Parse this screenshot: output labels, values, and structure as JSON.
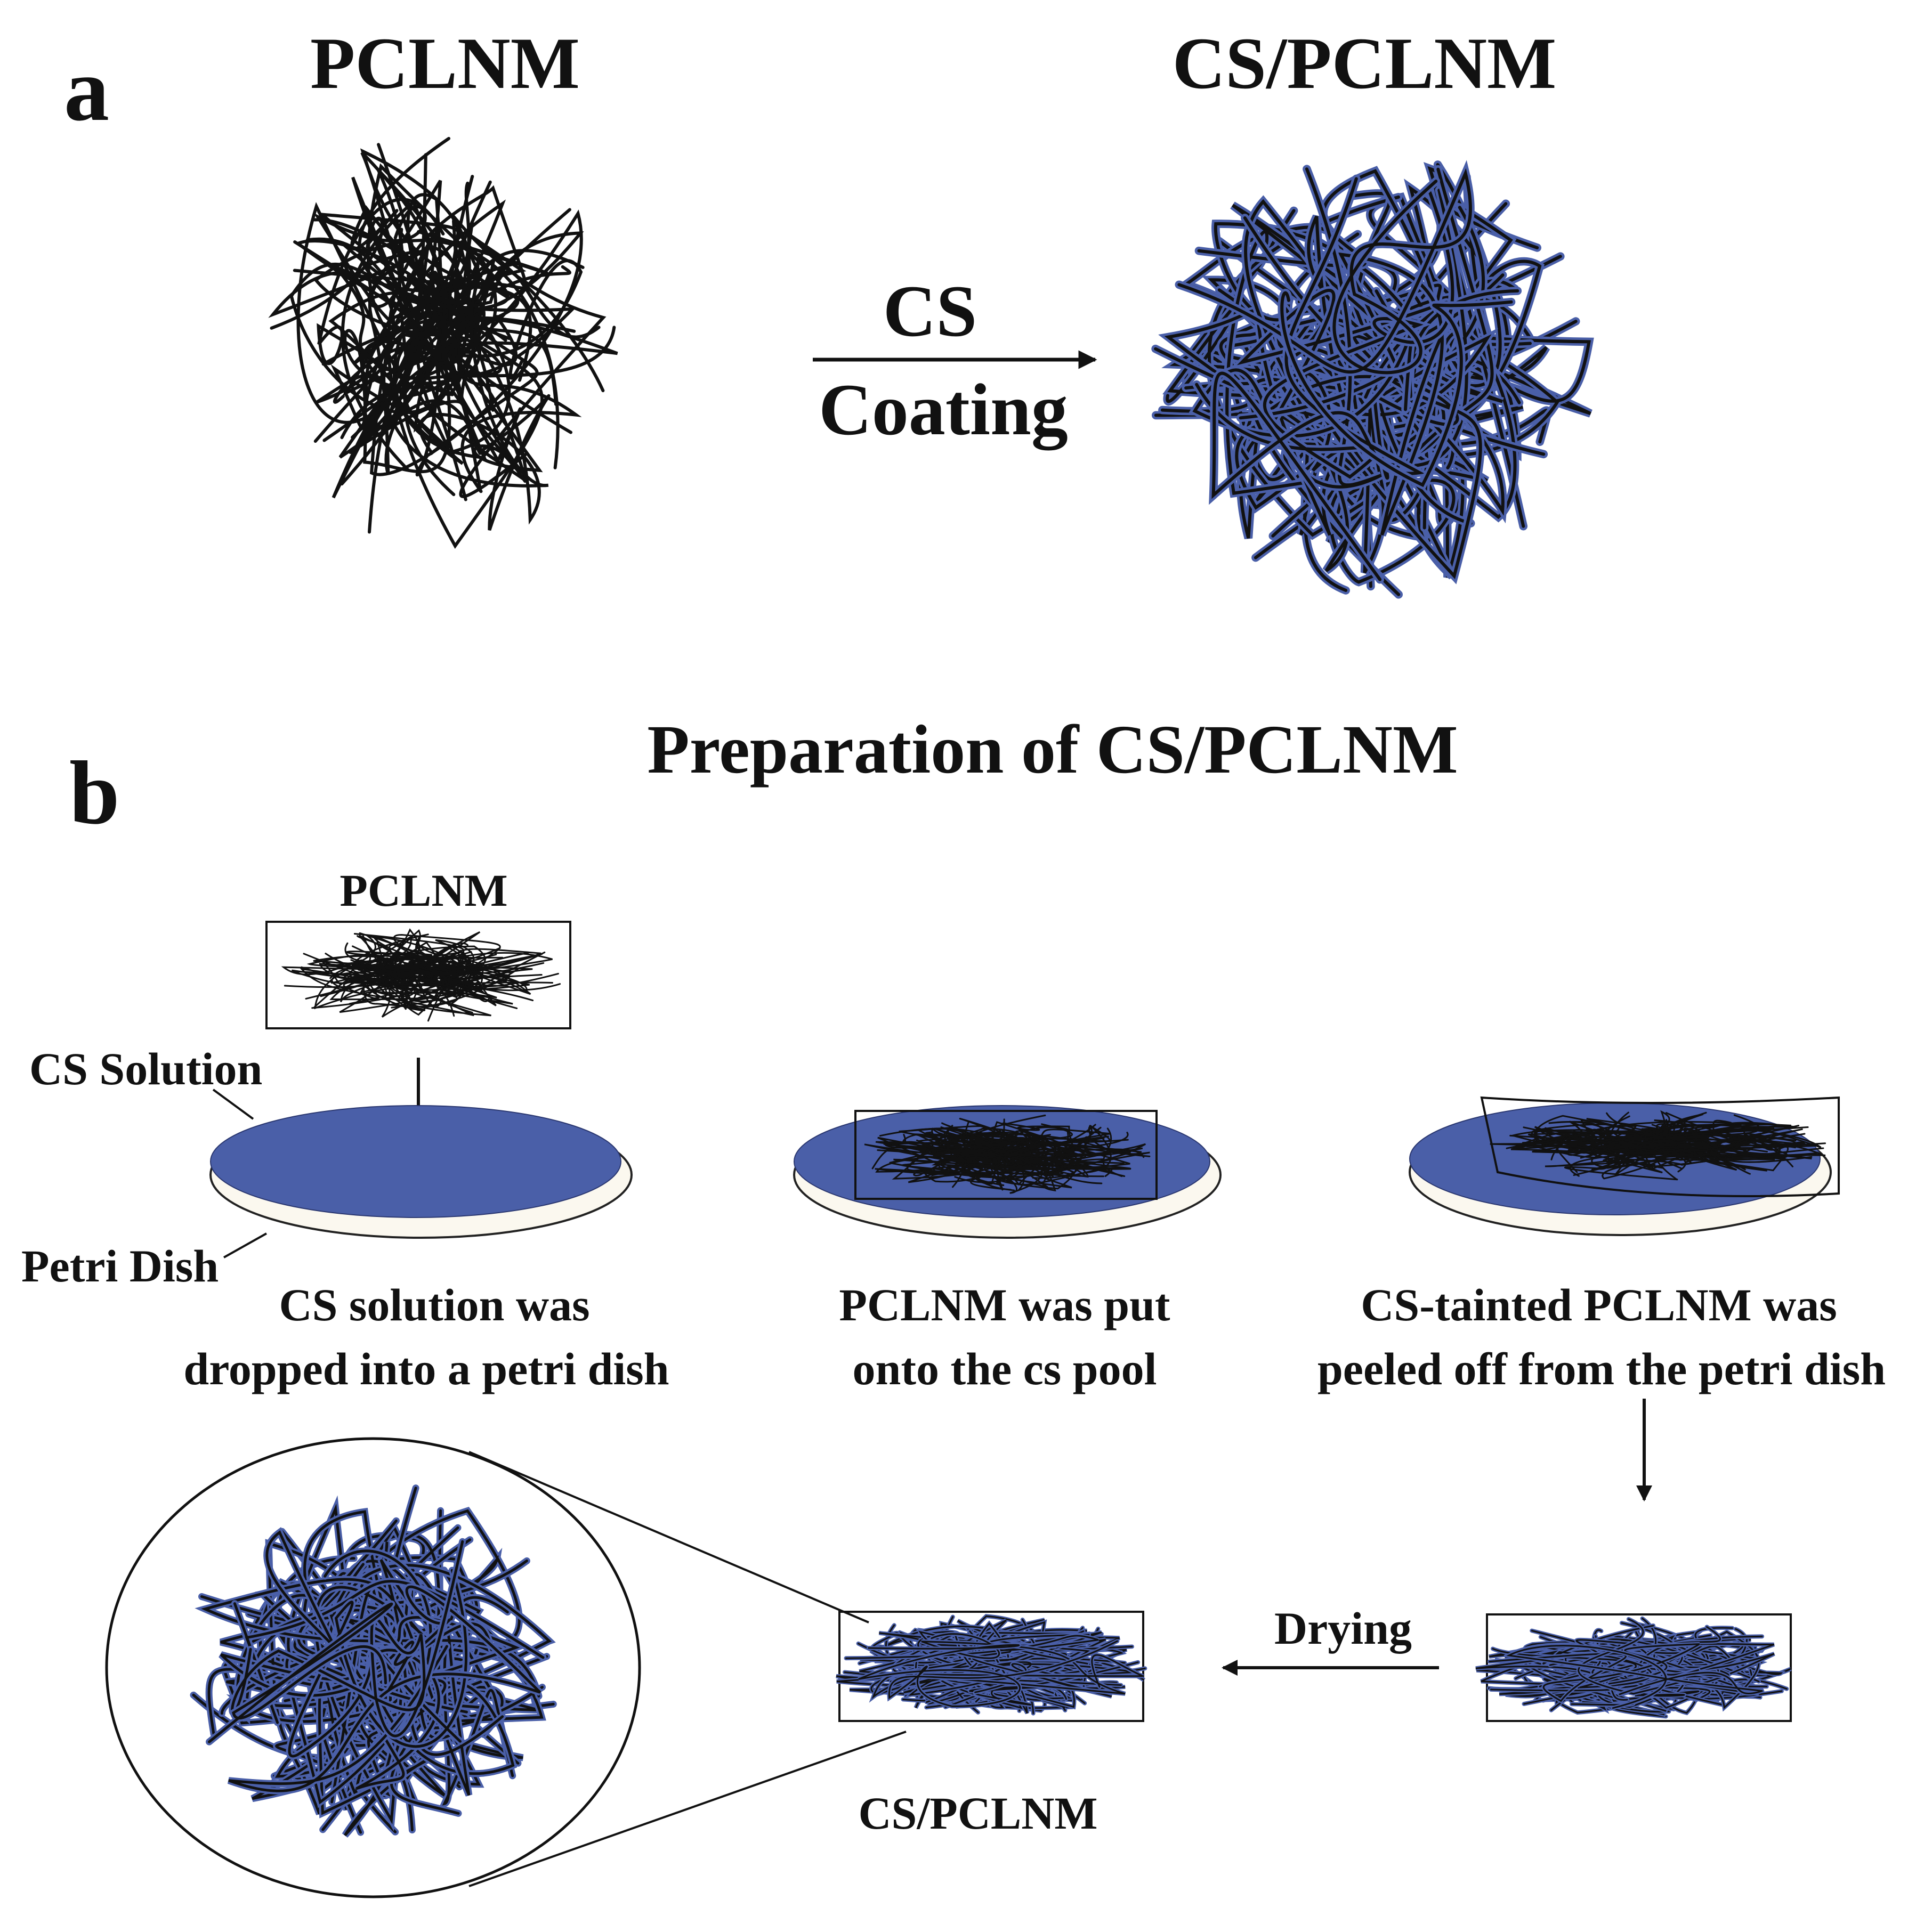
{
  "panel_a": {
    "letter": "a",
    "left_title": "PCLNM",
    "right_title": "CS/PCLNM",
    "arrow_top": "CS",
    "arrow_bottom": "Coating"
  },
  "panel_b": {
    "letter": "b",
    "title": "Preparation of CS/PCLNM",
    "membrane_label": "PCLNM",
    "cs_solution_label": "CS Solution",
    "petri_dish_label": "Petri Dish",
    "step1_line1": "CS solution was",
    "step1_line2": "dropped into a petri dish",
    "step2_line1": "PCLNM was put",
    "step2_line2": "onto the cs pool",
    "step3_line1": "CS-tainted PCLNM was",
    "step3_line2": "peeled off from the petri dish",
    "drying_label": "Drying",
    "result_label": "CS/PCLNM"
  },
  "colors": {
    "cs_blue": "#4a5fa8",
    "fiber": "#111111"
  }
}
